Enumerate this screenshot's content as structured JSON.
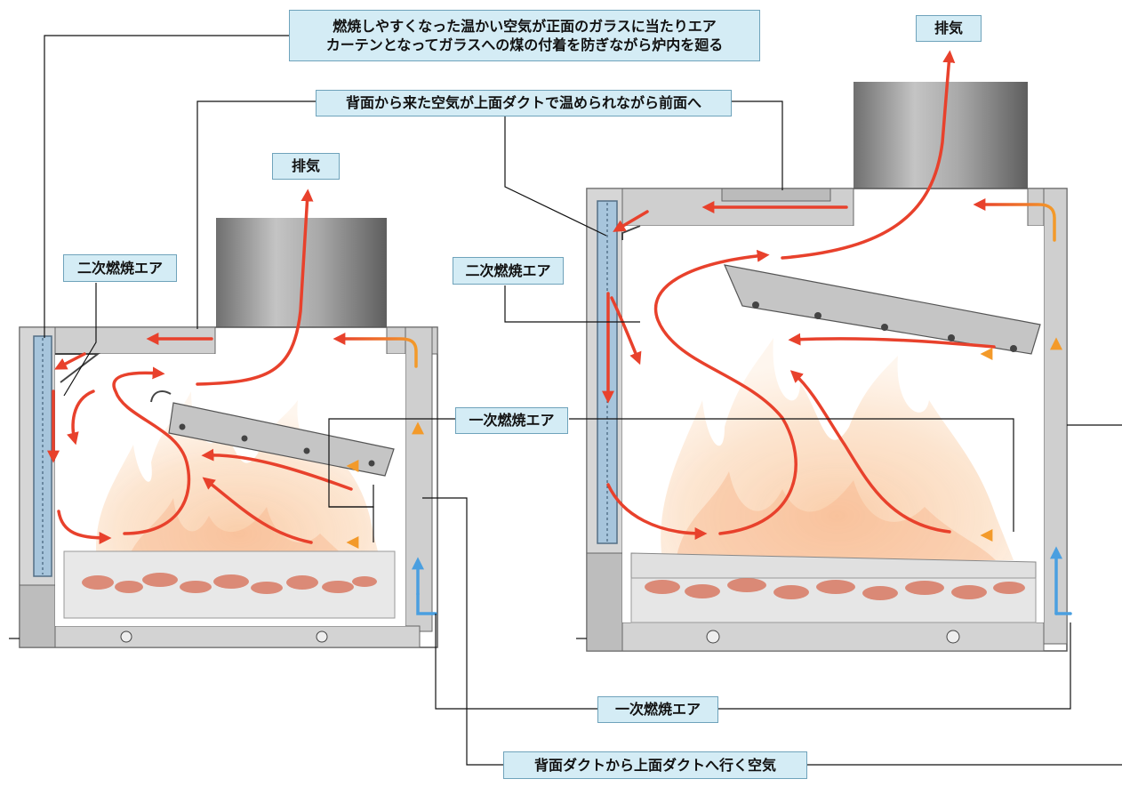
{
  "labels": {
    "airflow_glass": "燃焼しやすくなった温かい空気が正面のガラスに当たりエア",
    "airflow_glass_2": "カーテンとなってガラスへの煤の付着を防ぎながら炉内を廻る",
    "top_duct": "背面から来た空気が上面ダクトで温められながら前面へ",
    "exhaust_left": "排気",
    "exhaust_right": "排気",
    "secondary_left": "二次燃焼エア",
    "secondary_right": "二次燃焼エア",
    "primary_mid": "一次燃焼エア",
    "primary_bottom": "一次燃焼エア",
    "rear_duct": "背面ダクトから上面ダクトへ行く空気"
  },
  "colors": {
    "hot_air": "#e8412c",
    "warm_air": "#f39a2a",
    "cold_air": "#4a9fe0",
    "label_bg": "#d4ecf5",
    "label_border": "#6fa3bb",
    "steel": "#c9c9c9",
    "glass": "#9fc3de"
  }
}
